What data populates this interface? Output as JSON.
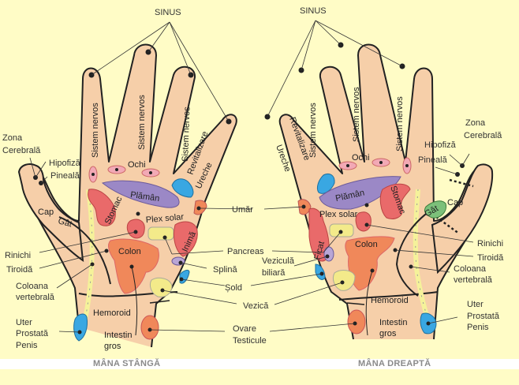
{
  "colors": {
    "background": "#fffcc6",
    "skin": "#f6cfa9",
    "outline": "#222222",
    "lung": "#9b88c6",
    "heart_stomach": "#e96a6a",
    "colon": "#f0885a",
    "bladder": "#f3ea8a",
    "hip": "#39a7e2",
    "neck": "#7cc07a",
    "spine": "#f5f29a",
    "footer_text": "#8a8a8a"
  },
  "left_hand": {
    "title": "MÂNA STÂNGĂ",
    "sinus": "SINUS",
    "fingers": [
      "Sistem nervos",
      "Sistem nervos",
      "Sistem nervos"
    ],
    "revitalizare": "Revitalizare",
    "ureche": "Ureche",
    "ochi": "Ochi",
    "plaman": "Plămân",
    "plex_solar": "Plex solar",
    "stomac": "Stomac",
    "inima": "Inimă",
    "colon": "Colon",
    "hemoroid": "Hemoroid",
    "intestin_gros": [
      "Intestin",
      "gros"
    ],
    "cap": "Cap",
    "gat": "Gât",
    "zona_cerebrala": [
      "Zona",
      "Cerebrală"
    ],
    "hipofiza": "Hipofiză",
    "pineala": "Pineală",
    "rinichi": "Rinichi",
    "tiroida": "Tiroidă",
    "coloana": [
      "Coloana",
      "vertebrală"
    ],
    "uter": [
      "Uter",
      "Prostată",
      "Penis"
    ]
  },
  "right_hand": {
    "title": "MÂNA DREAPTĂ",
    "sinus": "SINUS",
    "fingers": [
      "Sistem nervos",
      "Sistem nervos",
      "Sistem nervos"
    ],
    "revitalizare": "Revitalizare",
    "ureche": "Ureche",
    "ochi": "Ochi",
    "plaman": "Plămân",
    "plex_solar": "Plex solar",
    "stomac": "Stomac",
    "ficat": "Ficat",
    "colon": "Colon",
    "hemoroid": "Hemoroid",
    "intestin_gros": [
      "Intestin",
      "gros"
    ],
    "cap": "Cap",
    "gat": "Gât",
    "zona_cerebrala": [
      "Zona",
      "Cerebrală"
    ],
    "hipofiza": "Hipofiză",
    "pineala": "Pineală",
    "rinichi": "Rinichi",
    "tiroida": "Tiroidă",
    "coloana": [
      "Coloana",
      "vertebrală"
    ],
    "uter": [
      "Uter",
      "Prostată",
      "Penis"
    ]
  },
  "center_labels": {
    "umar": "Umăr",
    "pancreas": "Pancreas",
    "vezicula": [
      "Veziculă",
      "biliară"
    ],
    "splina": "Splină",
    "sold": "Șold",
    "vezica": "Vezică",
    "ovare": [
      "Ovare",
      "Testicule"
    ]
  }
}
